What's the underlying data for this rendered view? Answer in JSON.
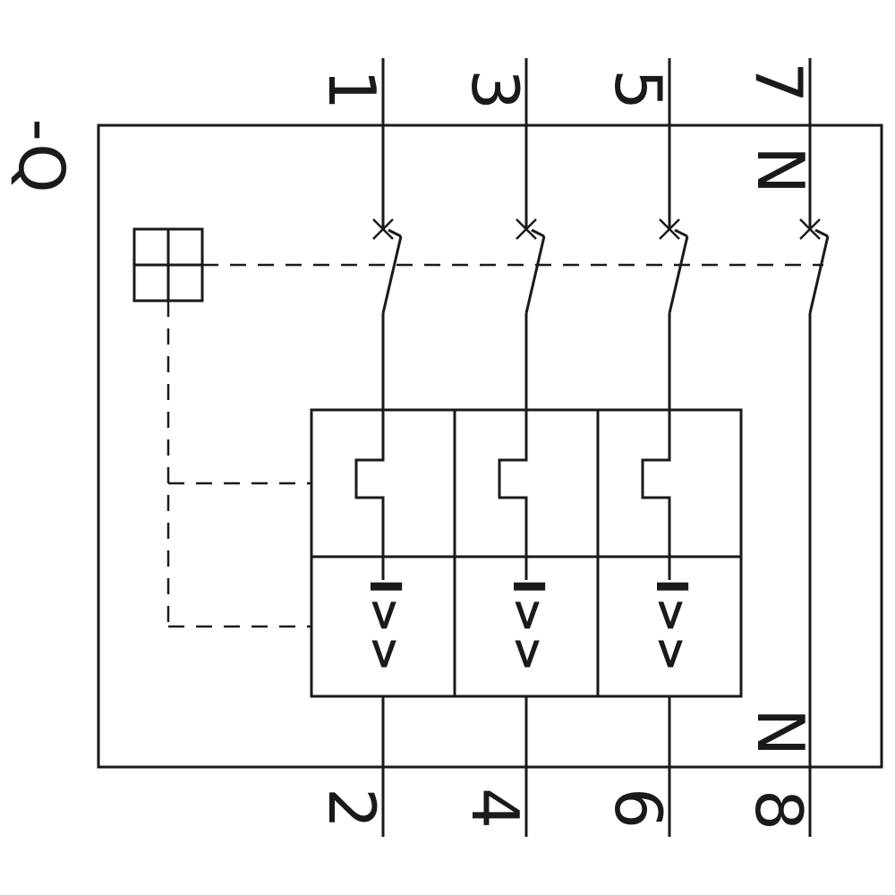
{
  "colors": {
    "line": "#1a1a1a",
    "background": "#ffffff"
  },
  "device": {
    "label": "-Q"
  },
  "terminals": {
    "top": [
      "1",
      "3",
      "5",
      "7"
    ],
    "bottom": [
      "2",
      "4",
      "6",
      "8"
    ],
    "neutral_top": "N",
    "neutral_bottom": "N"
  },
  "trip_units": {
    "magnetic_labels": [
      "I>>",
      "I>>",
      "I>>"
    ]
  },
  "symbols": {
    "breaker_contact_cross": "x-cross",
    "thermal_overload": "step-line",
    "actuator": "square-with-cross",
    "pole_count": 4
  }
}
